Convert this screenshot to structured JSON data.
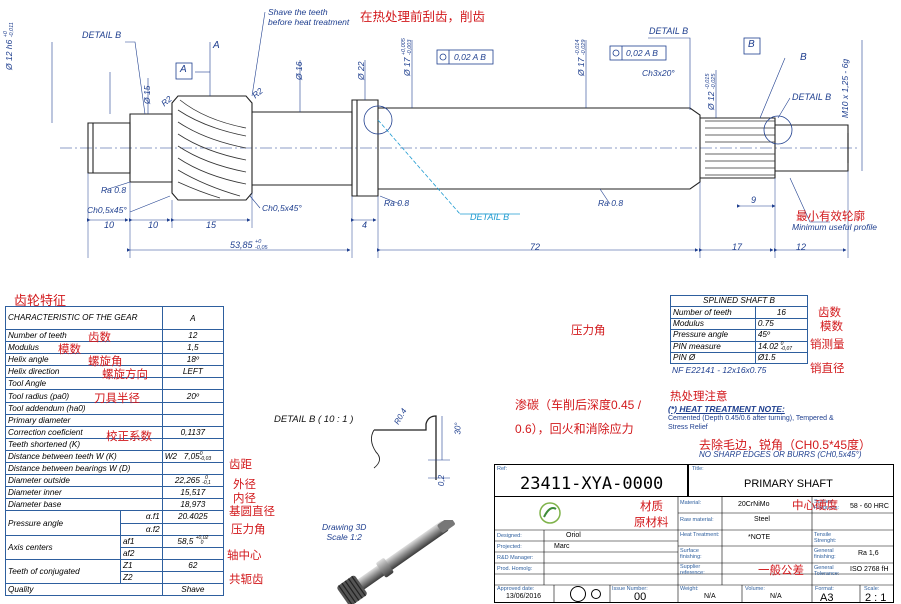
{
  "drawing": {
    "detail_b": "DETAIL B",
    "shave_note_l1": "Shave the teeth",
    "shave_note_l2": "before heat treatment",
    "shave_note_cn": "在热处理前刮齿，削齿",
    "datum_a": "A",
    "datum_b": "B",
    "dia_12": "Ø 12 h6",
    "dia_12_tol_upper": "+0",
    "dia_12_tol_lower": "-0,011",
    "dia_15": "Ø 15",
    "dia_16": "Ø 16",
    "dia_22": "Ø 22",
    "dia_17a": "Ø 17",
    "dia_17a_tol_upper": "+0,005",
    "dia_17a_tol_lower": "-0,003",
    "dia_17b": "Ø 17",
    "dia_17b_tol_upper": "-0,014",
    "dia_17b_tol_lower": "-0,029",
    "dia_12b": "Ø 12",
    "dia_12b_tol_upper": "-0,015",
    "dia_12b_tol_lower": "-0,025",
    "thread": "M10 x 1,25 - 6g",
    "runout": "0,02 A B",
    "r2a": "R2",
    "r2b": "R2",
    "ch3x20": "Ch3x20°",
    "ch05a": "Ch0,5x45°",
    "ch05b": "Ch0,5x45°",
    "ra08": "Ra 0.8",
    "min_profile": "Minimum useful profile",
    "min_profile_cn": "最小有效轮廓",
    "dims": [
      "10",
      "10",
      "15",
      "4",
      "72",
      "17",
      "12",
      "9"
    ],
    "dim_total": "53,85",
    "dim_total_tol_upper": "+0",
    "dim_total_tol_lower": "-0,05"
  },
  "gear_title_cn": "齿轮特征",
  "gear_table": {
    "header": "CHARACTERISTIC OF THE GEAR",
    "header_value": "A",
    "rows": [
      {
        "label": "Number of teeth",
        "value": "12"
      },
      {
        "label": "Modulus",
        "value": "1,5"
      },
      {
        "label": "Helix angle",
        "value": "18º"
      },
      {
        "label": "Helix direction",
        "value": "LEFT"
      },
      {
        "label": "Tool Angle",
        "value": ""
      },
      {
        "label": "Tool radius (pa0)",
        "value": "20º"
      },
      {
        "label": "Tool addendum (ha0)",
        "value": ""
      },
      {
        "label": "Primary diameter",
        "value": ""
      },
      {
        "label": "Correction coeficient",
        "value": "0,1137"
      },
      {
        "label": "Teeth shortened (K)",
        "value": ""
      },
      {
        "label": "Distance between teeth W (K)",
        "sub": "W2",
        "value": "7,05"
      },
      {
        "label": "Distance between bearings W (D)",
        "value": ""
      },
      {
        "label": "Diameter outside",
        "value": "22,265"
      },
      {
        "label": "Diameter inner",
        "value": "15,517"
      },
      {
        "label": "Diameter base",
        "value": "18,973"
      }
    ],
    "w2_tol_upper": "0",
    "w2_tol_lower": "-0,03",
    "do_tol_upper": "0",
    "do_tol_lower": "-0,1",
    "pressure_angle": "Pressure angle",
    "af1": "α.f1",
    "af1_value": "20.4025",
    "af2": "α.f2",
    "axis_centers": "Axis centers",
    "a_f1": "af1",
    "a_f1_value": "58,5",
    "a_f1_tol_upper": "+0,02",
    "a_f1_tol_lower": "0",
    "a_f2": "af2",
    "teeth_conj": "Teeth of conjugated",
    "z1": "Z1",
    "z1_value": "62",
    "z2": "Z2",
    "quality": "Quality",
    "quality_value": "Shave"
  },
  "gear_cn": {
    "teeth": "齿数",
    "modulus": "模数",
    "helix_angle": "螺旋角",
    "helix_dir": "螺旋方向",
    "tool_radius": "刀具半径",
    "correction": "校正系数",
    "tooth_pitch": "齿距",
    "outer": "外径",
    "inner": "内径",
    "base": "基圆直径",
    "pressure": "压力角",
    "axis": "轴中心",
    "conj": "共轭齿"
  },
  "spline": {
    "title": "SPLINED SHAFT B",
    "rows": [
      {
        "label": "Number of teeth",
        "value": "16"
      },
      {
        "label": "Modulus",
        "value": "0.75"
      },
      {
        "label": "Pressure angle",
        "value": "45º"
      },
      {
        "label": "PIN measure",
        "value": "14.02"
      },
      {
        "label": "PIN Ø",
        "value": "Ø1.5"
      }
    ],
    "pin_tol_upper": "0",
    "pin_tol_lower": "-0,07",
    "nf": "NF E22141 - 12x16x0.75",
    "cn_teeth": "齿数",
    "cn_modulus": "模数",
    "cn_pin": "销测量",
    "cn_pin_dia": "销直径",
    "cn_pressure": "压力角"
  },
  "detail_view": {
    "title": "DETAIL B ( 10 : 1 )",
    "r04": "R0.4",
    "angle": "30°",
    "h02": "0,2"
  },
  "notes": {
    "carb_cn_l1": "渗碳（车削后深度0.45 /",
    "carb_cn_l2": "0.6），回火和消除应力",
    "heat_cn": "热处理注意",
    "heat_title": "(*) HEAT TREATMENT NOTE:",
    "heat_l1": "Cemented (Depth 0.45/0.6 after turning), Tempered &",
    "heat_l2": "Stress Relief",
    "deburr_cn": "去除毛边，锐角（CH0.5*45度）",
    "deburr": "NO SHARP EDGES OR BURRS (CH0,5x45°)"
  },
  "view3d": {
    "l1": "Drawing 3D",
    "l2": "Scale  1:2"
  },
  "title_block": {
    "ref_label": "Ref:",
    "ref": "23411-XYA-0000",
    "title_label": "Title:",
    "title": "PRIMARY SHAFT",
    "material_label": "Material:",
    "material": "20CrNiMo",
    "material_cn": "材质",
    "raw_label": "Raw material:",
    "raw": "Steel",
    "raw_cn": "原材料",
    "heat_label": "Heat Treatment:",
    "heat": "*NOTE",
    "surface_label": "Surface finishing:",
    "supplier_label": "Supplier reference:",
    "surf_hard_label": "Surface Hardness:",
    "surf_hard": "58 - 60 HRC",
    "hard_cn": "中心硬度",
    "tensile_label": "Tensile Strenght:",
    "gen_fin_label": "General finishing:",
    "gen_fin": "Ra 1,6",
    "gen_tol_label": "General Tolerance:",
    "gen_tol": "ISO 2768 fH",
    "gen_tol_cn": "一般公差",
    "designed_label": "Designed:",
    "designed": "Oriol",
    "projected_label": "Projected:",
    "projected": "Marc",
    "rd_label": "R&D Manager:",
    "prod_label": "Prod. Homolg:",
    "approved_label": "Approved date:",
    "approved": "13/06/2016",
    "issue_label": "Issue Number:",
    "issue": "00",
    "weight_label": "Weight:",
    "weight": "N/A",
    "volume_label": "Volume:",
    "volume": "N/A",
    "format_label": "Format:",
    "format": "A3",
    "scale_label": "Scale:",
    "scale": "2 : 1"
  }
}
